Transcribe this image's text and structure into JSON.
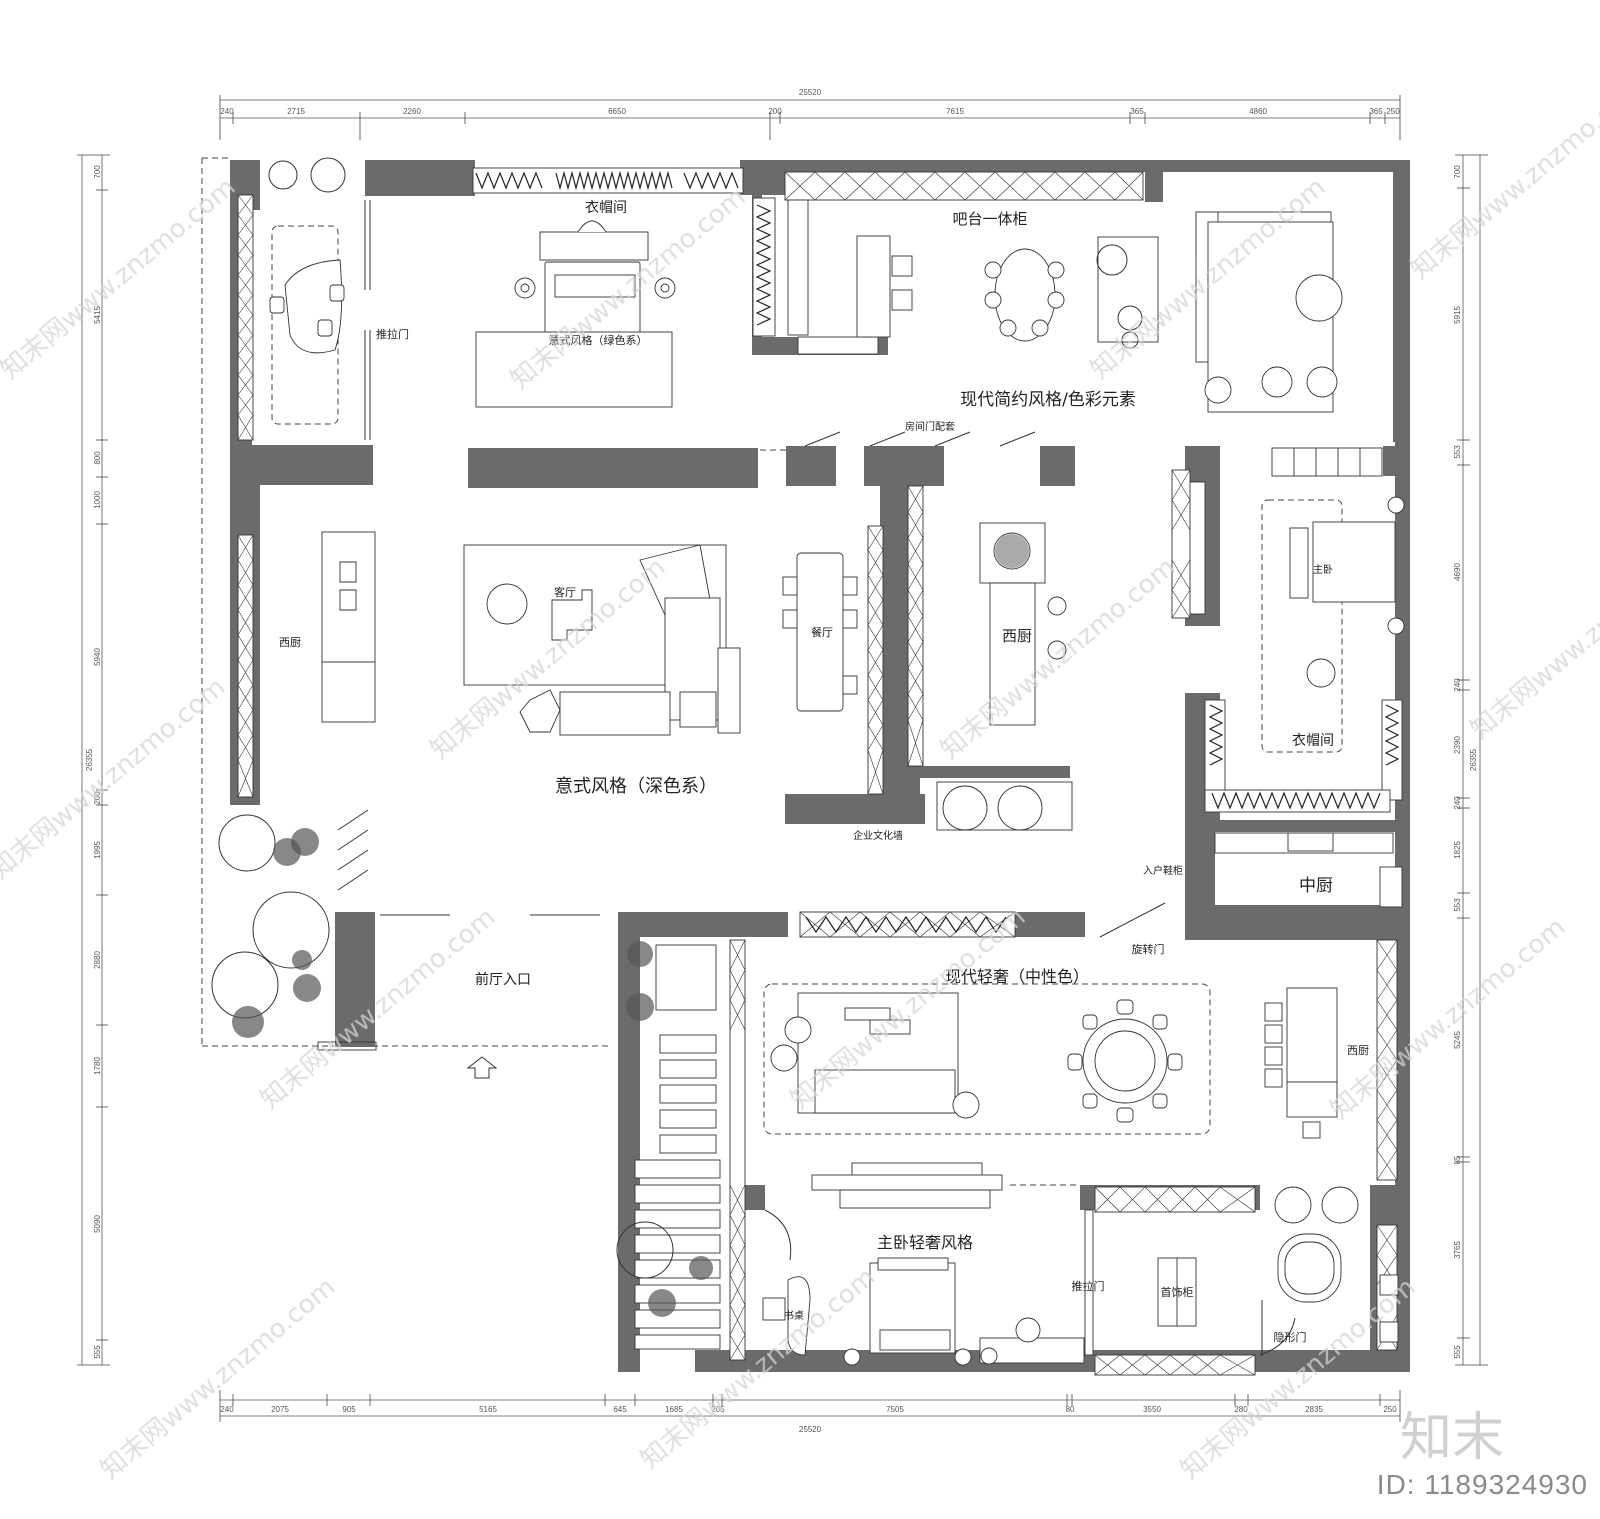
{
  "colors": {
    "wall": "#6b6b6b",
    "line": "#333333",
    "watermark": "#d4d4d4"
  },
  "dims": {
    "top_total": "25520",
    "top": [
      "240",
      "2715",
      "2260",
      "6650",
      "200",
      "7615",
      "365",
      "4860",
      "365",
      "250"
    ],
    "bottom_total": "25520",
    "bottom": [
      "240",
      "2075",
      "905",
      "5165",
      "645",
      "1685",
      "205",
      "7505",
      "80",
      "3550",
      "280",
      "2835",
      "250"
    ],
    "left_total": "26355",
    "left": [
      "700",
      "5415",
      "800",
      "1000",
      "5940",
      "200",
      "1995",
      "2880",
      "1780",
      "5090",
      "555"
    ],
    "right_total": "26355",
    "right": [
      "700",
      "5915",
      "553",
      "4690",
      "240",
      "2390",
      "240",
      "1825",
      "553",
      "5245",
      "85",
      "3765",
      "555"
    ]
  },
  "labels": {
    "cloakroom_top": "衣帽间",
    "bar_cabinet": "吧台一体柜",
    "sliding_door_left": "推拉门",
    "italian_green": "意式风格（绿色系）",
    "modern_simple": "现代简约风格/色彩元素",
    "door_set": "房间门配套",
    "living_room": "客厅",
    "dining_room": "餐厅",
    "western_kitchen_left": "西厨",
    "western_kitchen_mid": "西厨",
    "master_small": "主卧",
    "cloakroom_right": "衣帽间",
    "italian_dark": "意式风格（深色系）",
    "culture_wall": "企业文化墙",
    "shoe_cabinet": "入户鞋柜",
    "middle_kitchen": "中厨",
    "revolving_door": "旋转门",
    "entrance": "前厅入口",
    "modern_luxury": "现代轻奢（中性色）",
    "western_kitchen_right": "西厨",
    "master_luxury": "主卧轻奢风格",
    "desk": "书桌",
    "sliding_door_bottom": "推拉门",
    "jewelry_cabinet": "首饰柜",
    "hidden_door": "隐形门"
  },
  "watermark": {
    "text": "知末网www.znzmo.com",
    "logo": "知末",
    "id": "ID: 1189324930"
  }
}
